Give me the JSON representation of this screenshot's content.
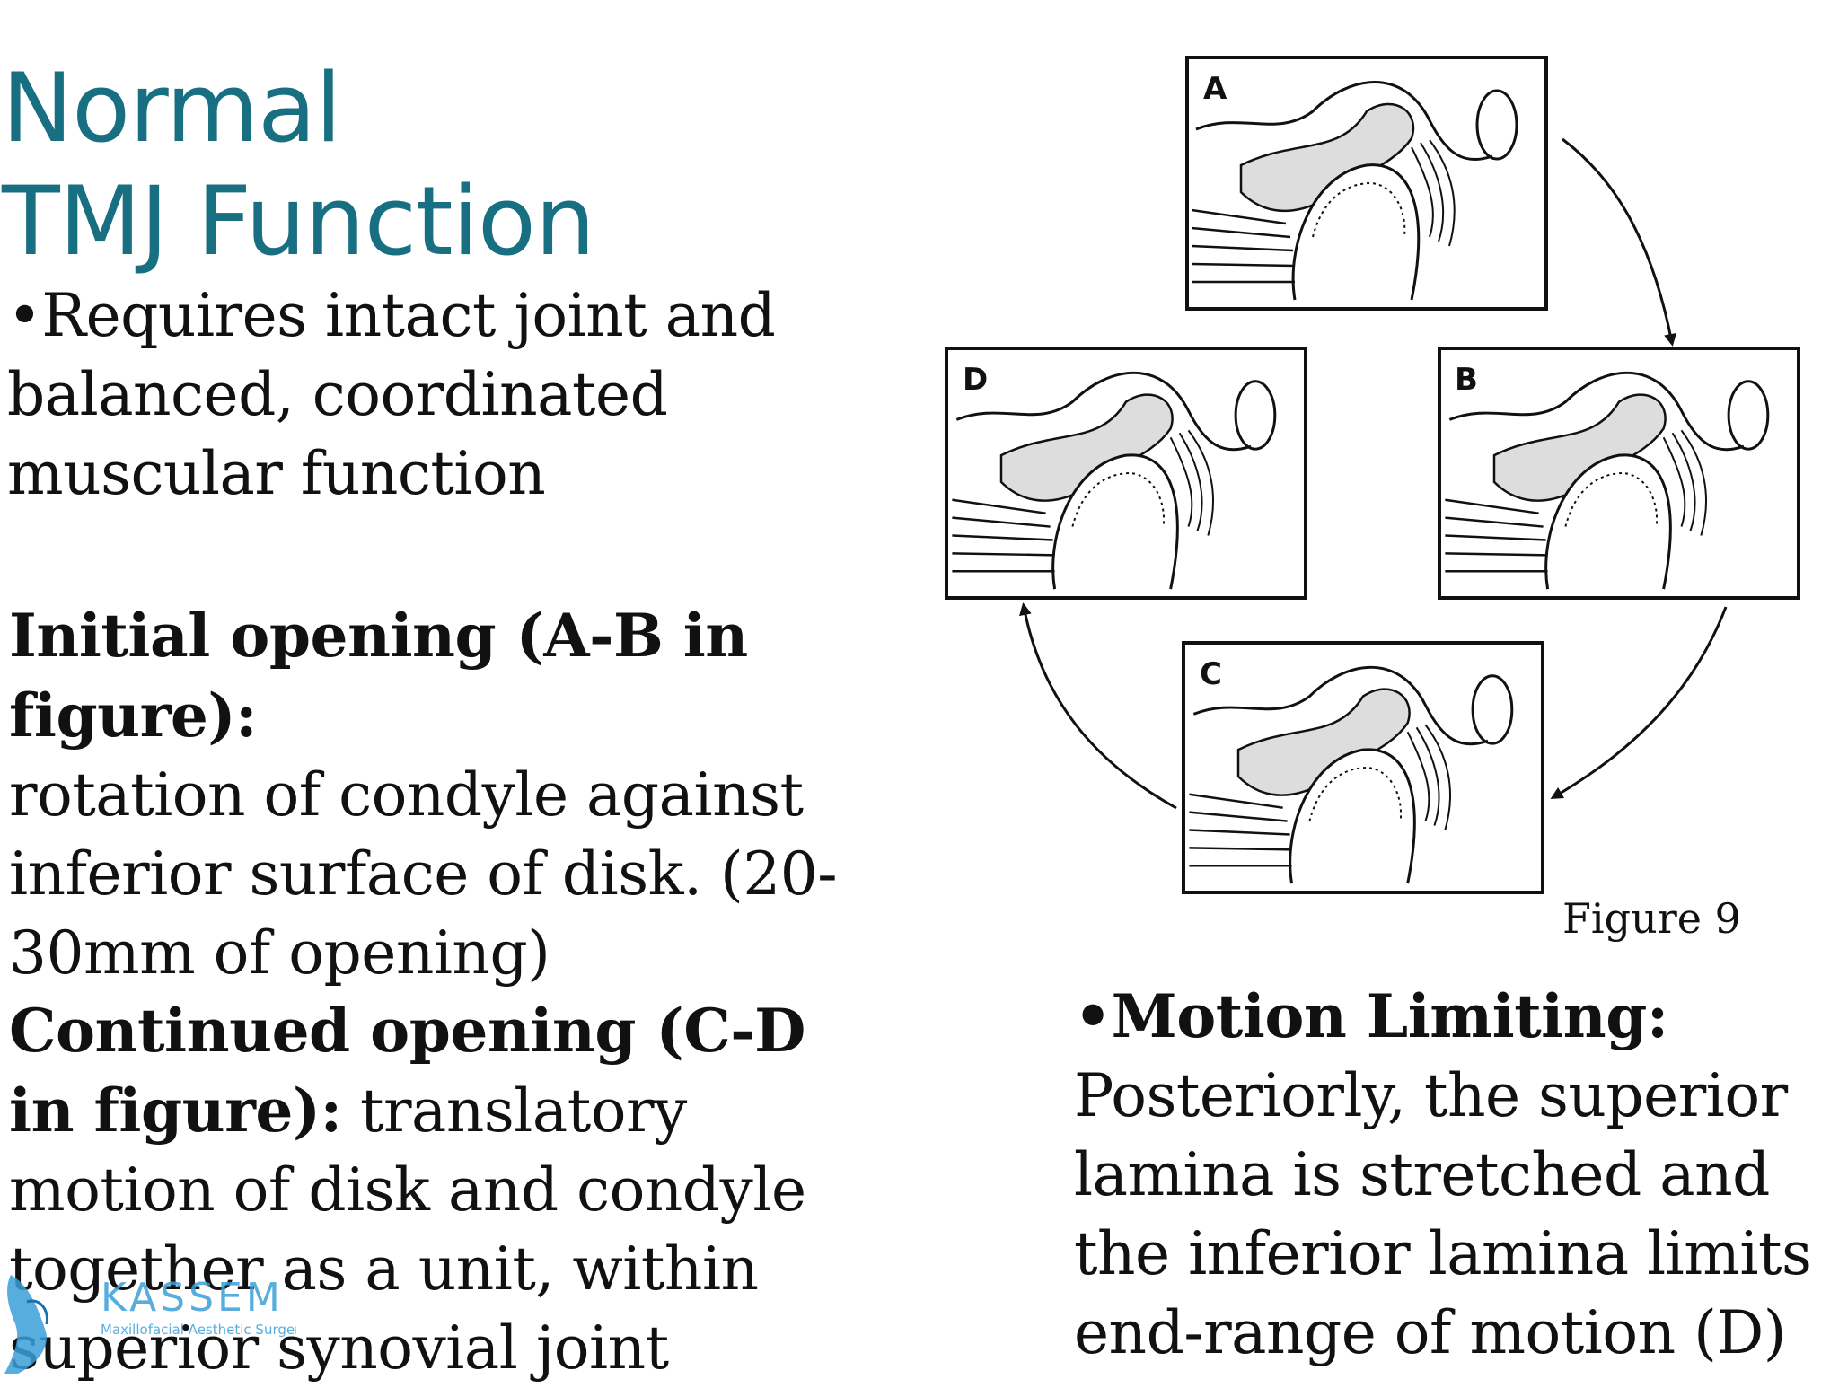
{
  "slide": {
    "title_line1": "Normal",
    "title_line2": "TMJ Function",
    "bullet1": "•Requires intact joint and balanced, coordinated muscular function",
    "initial_heading": "Initial opening (A-B in figure):",
    "initial_text": "rotation of condyle against inferior surface of disk. (20-30mm of opening)",
    "continued_heading": "Continued opening (C-D in figure):",
    "continued_text": "translatory motion of disk and condyle together as a unit, within superior synovial joint",
    "motion_heading": "•Motion Limiting:",
    "motion_text": "Posteriorly, the superior lamina is stretched and the inferior lamina limits end-range of motion (D)"
  },
  "figure": {
    "caption": "Figure 9",
    "panel_labels": [
      "A",
      "B",
      "C",
      "D"
    ]
  },
  "logo": {
    "name": "KASSEM",
    "tagline": "Maxillofacial Aesthetic Surgery",
    "color": "#3aa0d8"
  },
  "colors": {
    "title": "#186f82",
    "text": "#111111"
  }
}
